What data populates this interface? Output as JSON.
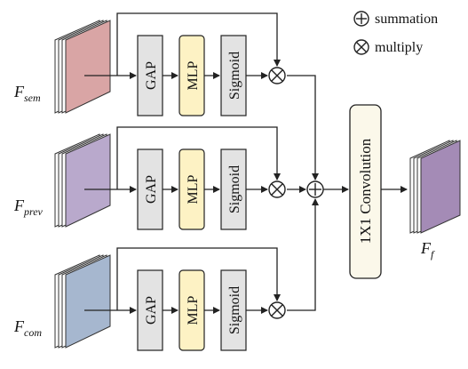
{
  "legend": {
    "sum_symbol": "⊕",
    "sum_label": "summation",
    "mul_symbol": "⊗",
    "mul_label": "multiply"
  },
  "branches": [
    {
      "id": "sem",
      "input_label": {
        "base": "F",
        "sub": "sem"
      },
      "feature_color": "#d9a5a5",
      "blocks": [
        "GAP",
        "MLP",
        "Sigmoid"
      ]
    },
    {
      "id": "prev",
      "input_label": {
        "base": "F",
        "sub": "prev"
      },
      "feature_color": "#b9a9cc",
      "blocks": [
        "GAP",
        "MLP",
        "Sigmoid"
      ]
    },
    {
      "id": "com",
      "input_label": {
        "base": "F",
        "sub": "com"
      },
      "feature_color": "#a6b7cf",
      "blocks": [
        "GAP",
        "MLP",
        "Sigmoid"
      ]
    }
  ],
  "conv_label": "1X1 Convolution",
  "output_label": {
    "base": "F",
    "sub": "f"
  },
  "colors": {
    "gap_fill": "#e3e3e3",
    "mlp_fill": "#fdf2c4",
    "sigmoid_fill": "#e3e3e3",
    "conv_fill": "#fbf8ea",
    "output_feature": "#a48bb6",
    "stroke": "#222222"
  }
}
